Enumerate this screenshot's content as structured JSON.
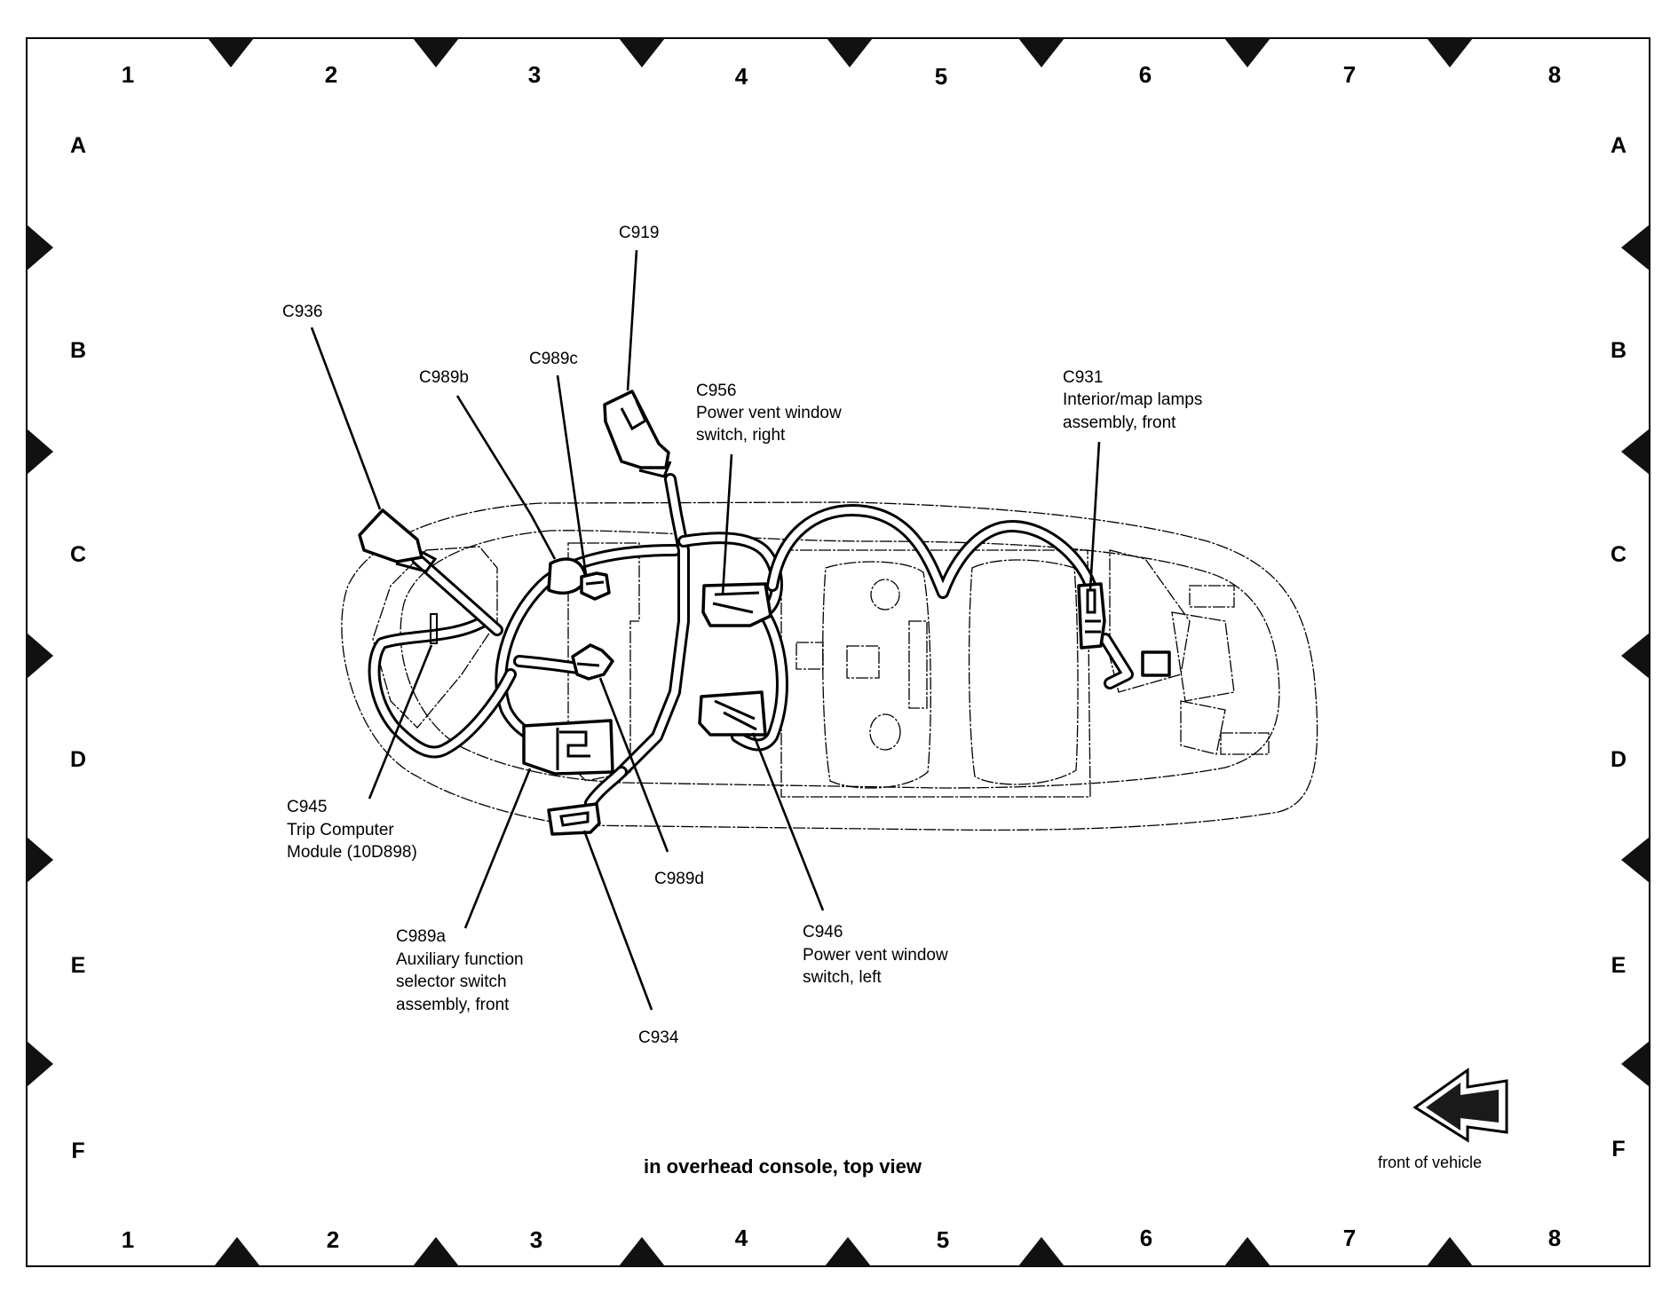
{
  "grid": {
    "columns": [
      "1",
      "2",
      "3",
      "4",
      "5",
      "6",
      "7",
      "8"
    ],
    "rows": [
      "A",
      "B",
      "C",
      "D",
      "E",
      "F"
    ]
  },
  "connectors": [
    {
      "id": "C919",
      "lines": [
        "C919"
      ]
    },
    {
      "id": "C936",
      "lines": [
        "C936"
      ]
    },
    {
      "id": "C989b",
      "lines": [
        "C989b"
      ]
    },
    {
      "id": "C989c",
      "lines": [
        "C989c"
      ]
    },
    {
      "id": "C956",
      "lines": [
        "C956",
        "Power vent window",
        "switch, right"
      ]
    },
    {
      "id": "C931",
      "lines": [
        "C931",
        "Interior/map lamps",
        "assembly, front"
      ]
    },
    {
      "id": "C945",
      "lines": [
        "C945",
        "Trip Computer",
        "Module (10D898)"
      ]
    },
    {
      "id": "C989d",
      "lines": [
        "C989d"
      ]
    },
    {
      "id": "C989a",
      "lines": [
        "C989a",
        "Auxiliary function",
        "selector switch",
        "assembly, front"
      ]
    },
    {
      "id": "C934",
      "lines": [
        "C934"
      ]
    },
    {
      "id": "C946",
      "lines": [
        "C946",
        "Power vent window",
        "switch, left"
      ]
    }
  ],
  "caption": "in overhead console, top view",
  "orientation": {
    "icon": "left-arrow-icon",
    "label": "front of vehicle"
  }
}
